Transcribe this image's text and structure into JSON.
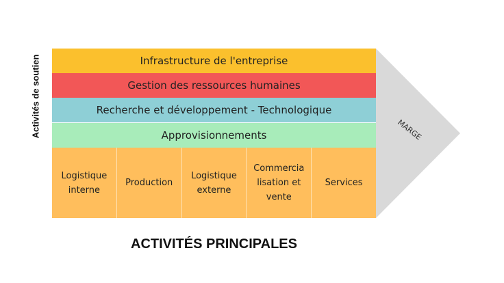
{
  "support_label": "Activités de soutien",
  "margin_label": "MARGE",
  "primary_title": "ACTIVITÉS PRINCIPALES",
  "colors": {
    "infrastructure": "#fbc02d",
    "hr": "#f25757",
    "rnd": "#8ecfd6",
    "procurement": "#a8ecba",
    "primary": "#ffbe5c",
    "margin": "#d9d9d9"
  },
  "support_activities": [
    "Infrastructure de l'entreprise",
    "Gestion des ressources humaines",
    "Recherche et développement - Technologique",
    "Approvisionnements"
  ],
  "primary_activities": [
    "Logistique\ninterne",
    "Production",
    "Logistique\nexterne",
    "Commercia\nlisation et\nvente",
    "Services"
  ]
}
